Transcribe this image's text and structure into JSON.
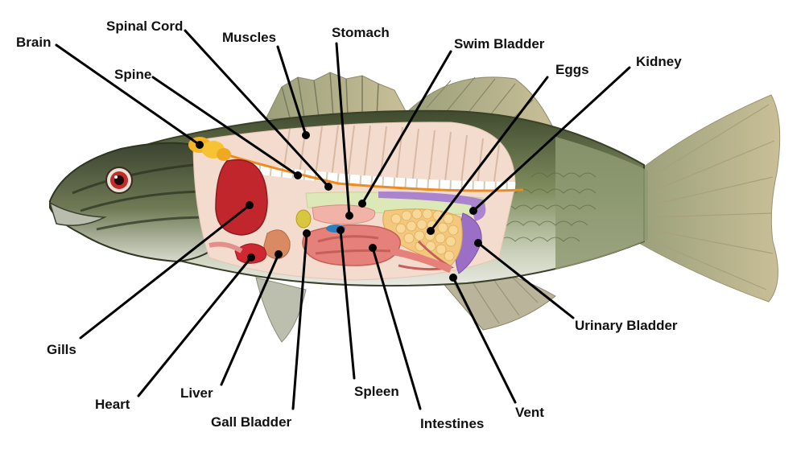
{
  "labels": {
    "brain": "Brain",
    "spinal_cord": "Spinal Cord",
    "muscles": "Muscles",
    "stomach": "Stomach",
    "swim_bladder": "Swim Bladder",
    "eggs": "Eggs",
    "kidney": "Kidney",
    "spine": "Spine",
    "gills": "Gills",
    "heart": "Heart",
    "liver": "Liver",
    "gall_bladder": "Gall Bladder",
    "spleen": "Spleen",
    "intestines": "Intestines",
    "vent": "Vent",
    "urinary_bladder": "Urinary Bladder"
  },
  "colors": {
    "body_dark": "#4a5638",
    "body_mid": "#8a9a6a",
    "fin": "#b9b08c",
    "cavity": "#f4d9c8",
    "gills": "#c0262c",
    "heart": "#cf2830",
    "liver": "#d98a62",
    "gall_bladder": "#d8c640",
    "spleen": "#2b7fc0",
    "intestines": "#e5817a",
    "eggs": "#f3c77d",
    "swim_bladder": "#dde8b8",
    "kidney": "#a47ad0",
    "spinal_cord": "#ef8a1e",
    "brain": "#f5b326"
  }
}
